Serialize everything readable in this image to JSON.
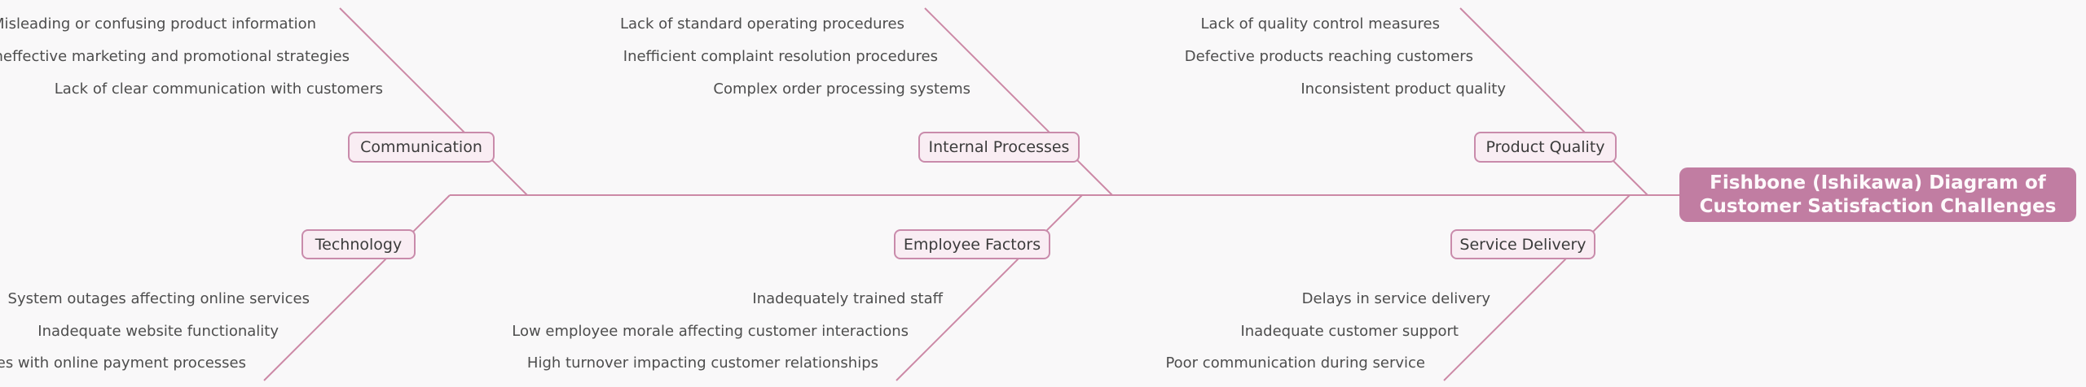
{
  "title": "Fishbone (Ishikawa) Diagram of Customer Satisfaction Challenges",
  "diagram_type": "fishbone",
  "colors": {
    "background": "#f9f8f9",
    "line": "#cc89a6",
    "category_fill": "#f9edf3",
    "category_border": "#c98bab",
    "category_text": "#3b3b3b",
    "cause_text": "#4d4d4d",
    "title_fill": "#c17da2",
    "title_text": "#fdf9fb"
  },
  "branches": [
    {
      "label": "Communication",
      "position": "top",
      "causes": [
        "Misleading or confusing product information",
        "Ineffective marketing and promotional strategies",
        "Lack of clear communication with customers"
      ]
    },
    {
      "label": "Internal Processes",
      "position": "top",
      "causes": [
        "Lack of standard operating procedures",
        "Inefficient complaint resolution procedures",
        "Complex order processing systems"
      ]
    },
    {
      "label": "Product Quality",
      "position": "top",
      "causes": [
        "Lack of quality control measures",
        "Defective products reaching customers",
        "Inconsistent product quality"
      ]
    },
    {
      "label": "Technology",
      "position": "bottom",
      "causes": [
        "System outages affecting online services",
        "Inadequate website functionality",
        "Issues with online payment processes"
      ]
    },
    {
      "label": "Employee Factors",
      "position": "bottom",
      "causes": [
        "Inadequately trained staff",
        "Low employee morale affecting customer interactions",
        "High turnover impacting customer relationships"
      ]
    },
    {
      "label": "Service Delivery",
      "position": "bottom",
      "causes": [
        "Delays in service delivery",
        "Inadequate customer support",
        "Poor communication during service"
      ]
    }
  ]
}
